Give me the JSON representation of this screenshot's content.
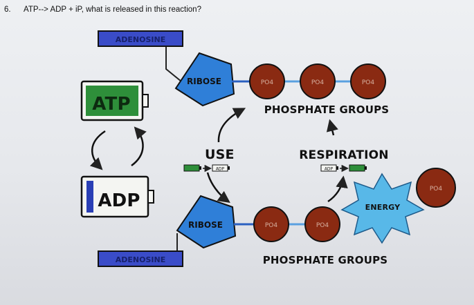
{
  "header": {
    "number": "6.",
    "question": "ATP--> ADP + iP, what is released in this reaction?"
  },
  "diagram": {
    "atp_label": "ATP",
    "adp_label": "ADP",
    "adenosine_label": "ADENOSINE",
    "ribose_label": "RIBOSE",
    "phosphate_label": "PO4",
    "phosphate_groups_label": "PHOSPHATE GROUPS",
    "use_label": "USE",
    "respiration_label": "RESPIRATION",
    "small_adp_label": "ADP",
    "energy_label": "ENERGY",
    "colors": {
      "adenosine": "#3a4cc8",
      "ribose": "#2f7fd8",
      "phosphate": "#8a2a12",
      "battery_full": "#2e8f3a",
      "battery_low": "#2a3fb5",
      "energy": "#58b8e8",
      "bond": "#5aa0e0"
    }
  }
}
